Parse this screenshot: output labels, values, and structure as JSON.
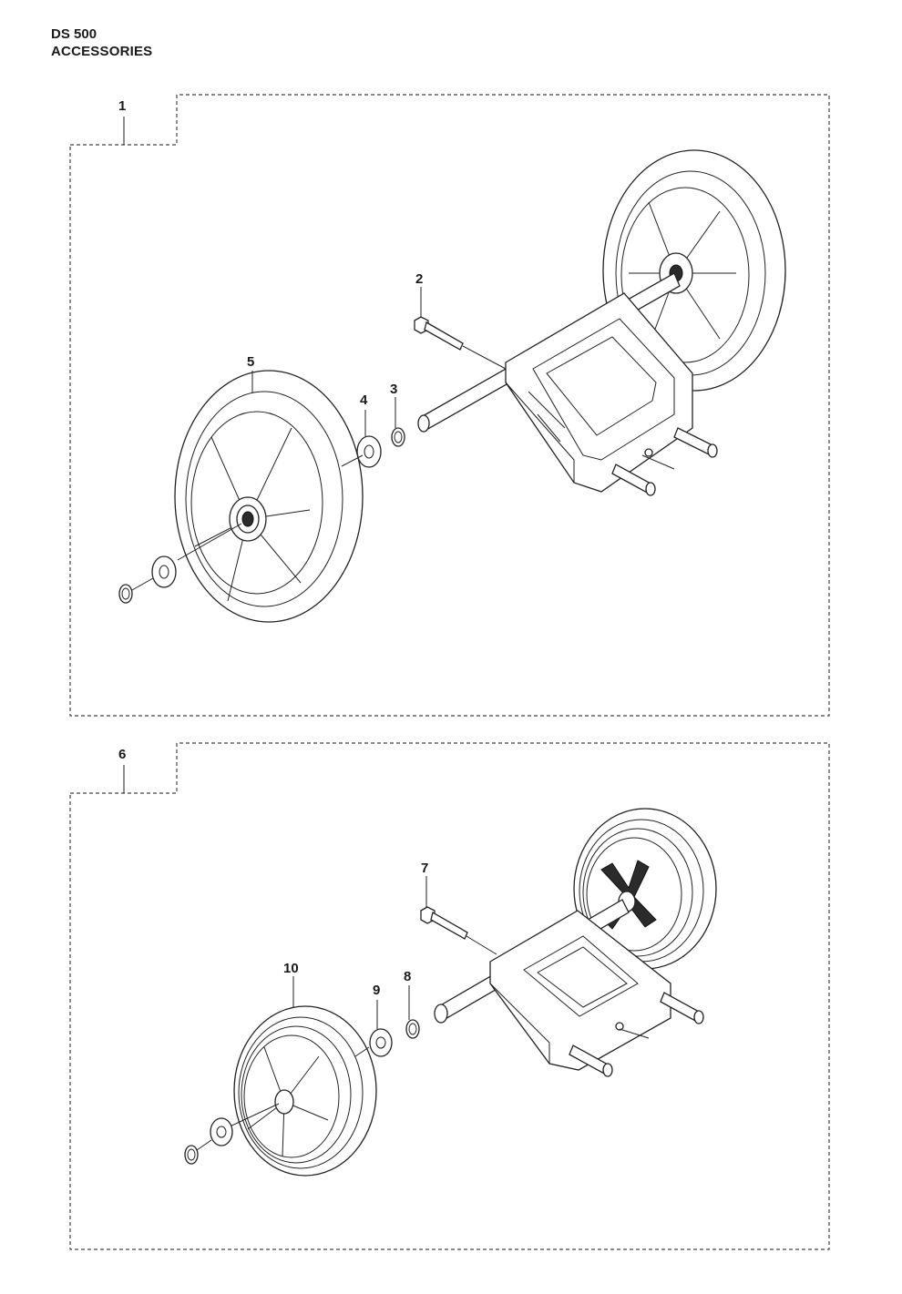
{
  "header": {
    "model": "DS 500",
    "section": "ACCESSORIES"
  },
  "assemblies": [
    {
      "label": "1",
      "parts": [
        "2",
        "3",
        "4",
        "5"
      ]
    },
    {
      "label": "6",
      "parts": [
        "7",
        "8",
        "9",
        "10"
      ]
    }
  ],
  "callouts": {
    "a1": "1",
    "p2": "2",
    "p3": "3",
    "p4": "4",
    "p5": "5",
    "a6": "6",
    "p7": "7",
    "p8": "8",
    "p9": "9",
    "p10": "10"
  }
}
